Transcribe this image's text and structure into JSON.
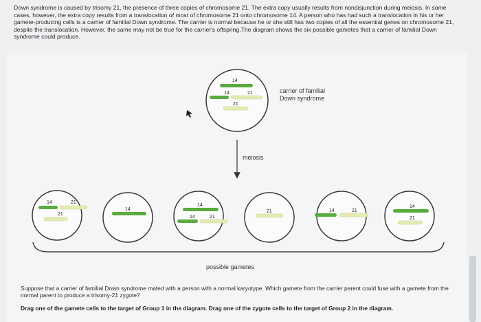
{
  "intro_text": "Down syndrome is caused by trisomy 21, the presence of three copies of chromosome 21. The extra copy usually results from nondisjunction during meiosis. In some cases, however, the extra copy results from a translocation of most of chromosome 21 onto chromosome 14. A person who has had such a translocation in his or her gamete-producing cells is a carrier of familial Down syndrome. The carrier is normal because he or she still has two copies of all the essential genes on chromosome 21, despite the translocation. However, the same may not be true for the carrier's offspring.The diagram shows the six possible gametes that a carrier of familial Down syndrome could produce.",
  "diagram": {
    "carrier_label_line1": "carrier of familial",
    "carrier_label_line2": "Down syndrome",
    "meiosis_label": "meiosis",
    "gametes_label": "possible gametes",
    "chr14_label": "14",
    "chr21_label": "21",
    "colors": {
      "chr14": "#5aab3e",
      "chr21": "#e6ebb2",
      "cell_stroke": "#3a3a3a"
    }
  },
  "question_text": "Suppose that a carrier of familial Down syndrome mated with a person with a normal karyotype. Which gamete from the carrier parent could fuse with a gamete from the normal parent to produce a trisomy-21 zygote?",
  "instruction_text": "Drag one of the gamete cells to the target of Group 1 in the diagram. Drag one of the zygote cells to the target of Group 2 in the diagram."
}
